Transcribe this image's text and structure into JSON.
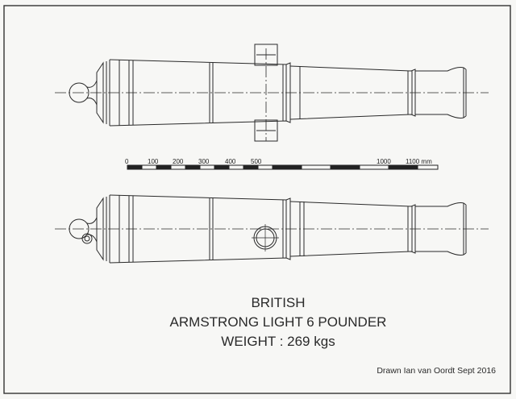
{
  "scale_bar": {
    "unit": "mm",
    "ticks": [
      "0",
      "100",
      "200",
      "300",
      "400",
      "500",
      "1000",
      "1100 mm"
    ]
  },
  "title": {
    "line1": "BRITISH",
    "line2": "ARMSTRONG LIGHT 6 POUNDER",
    "line3": "WEIGHT : 269 kgs"
  },
  "credit": "Drawn Ian van Oordt Sept 2016",
  "colors": {
    "ink": "#2a2a2a",
    "paper": "#f7f7f5"
  }
}
